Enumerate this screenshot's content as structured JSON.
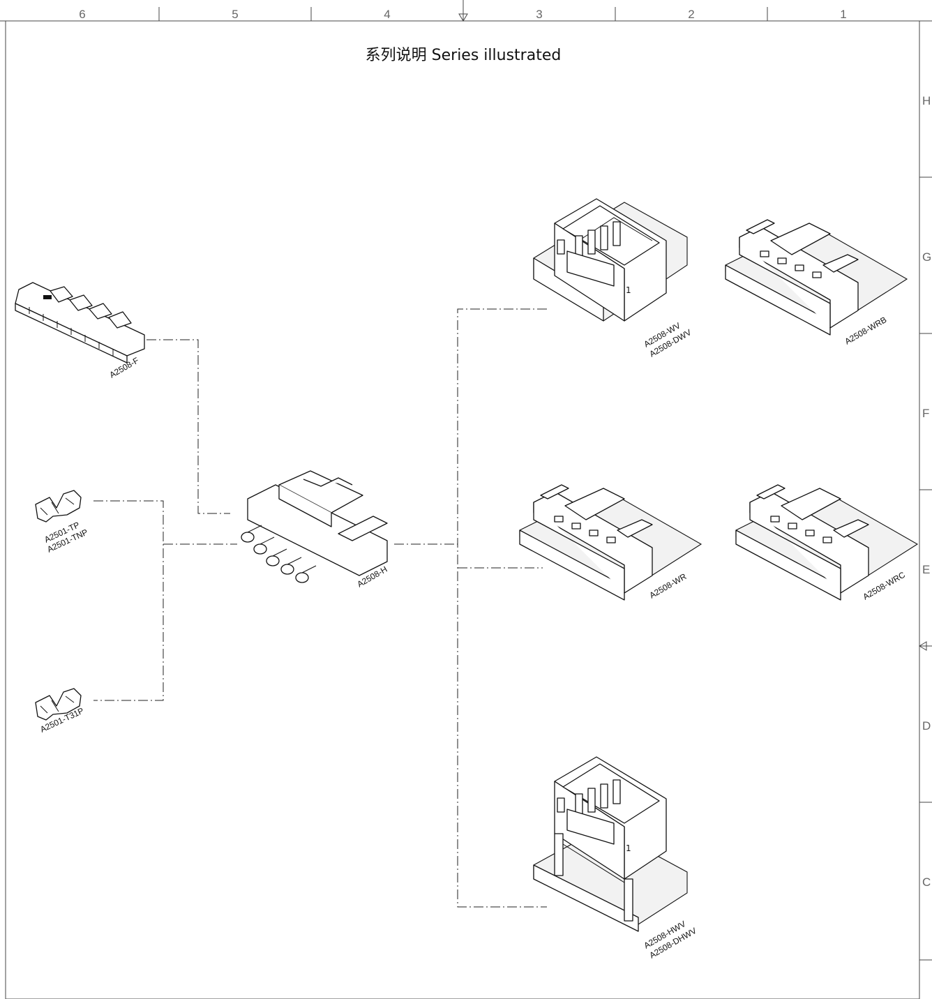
{
  "title": "系列说明 Series illustrated",
  "column_labels": [
    "6",
    "5",
    "4",
    "3",
    "2",
    "1"
  ],
  "row_labels": [
    "H",
    "G",
    "F",
    "E",
    "D",
    "C"
  ],
  "parts": {
    "f": "A2508-F",
    "tp": [
      "A2501-TP",
      "A2501-TNP"
    ],
    "t31p": "A2501-T31P",
    "h": "A2508-H",
    "wv": [
      "A2508-WV",
      "A2508-DWV"
    ],
    "wrb": "A2508-WRB",
    "wr": "A2508-WR",
    "wrc": "A2508-WRC",
    "hwv": [
      "A2508-HWV",
      "A2508-DHWV"
    ]
  }
}
